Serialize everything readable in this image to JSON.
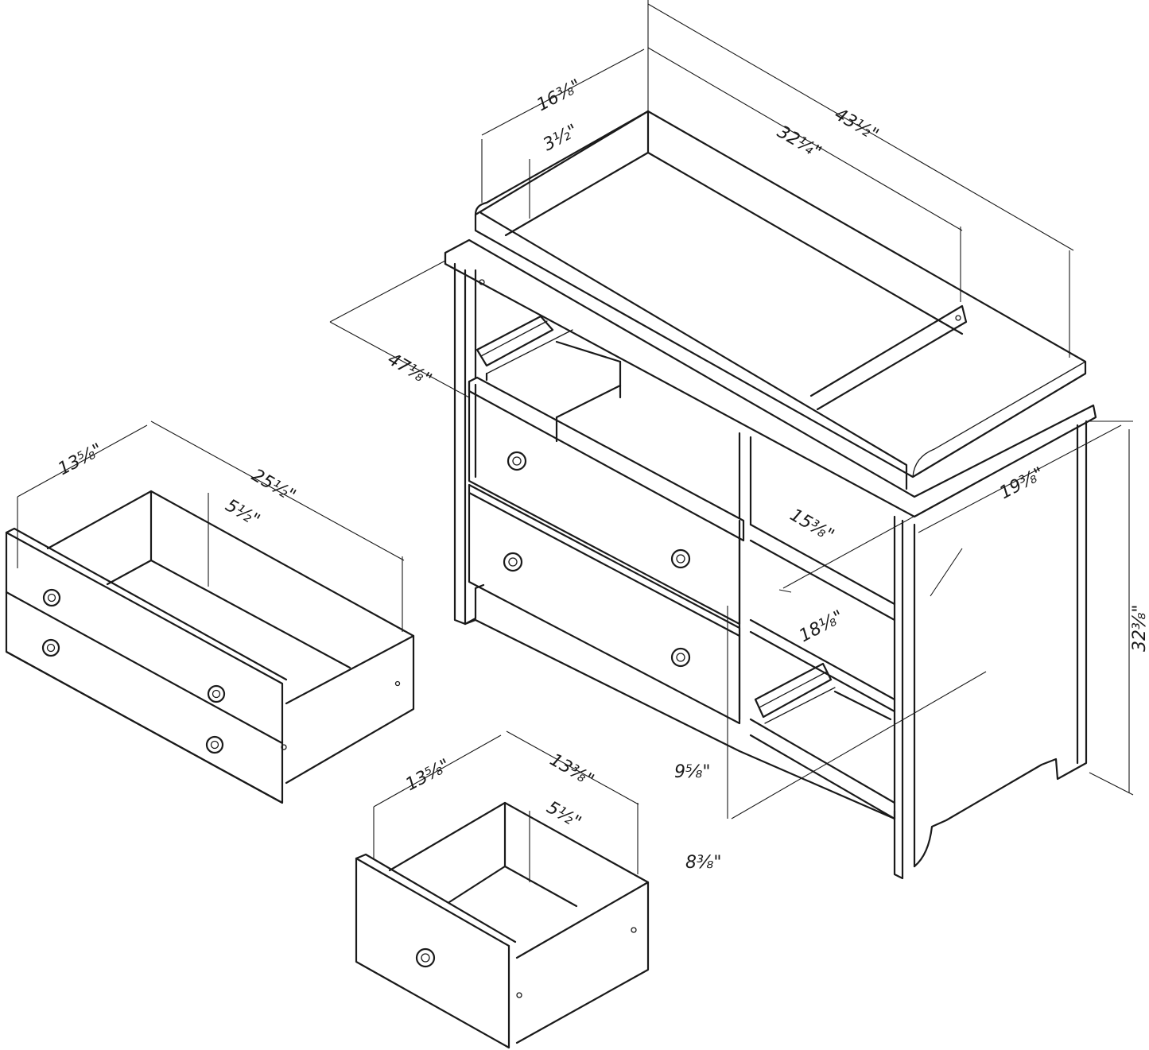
{
  "dimensions": {
    "top_depth": "16⅜\"",
    "tray_height": "3½\"",
    "tray_length": "32¼\"",
    "total_length": "43½\"",
    "total_height_with_tray": "47⅛\"",
    "side_depth": "19⅜\"",
    "inner_depth": "15⅜\"",
    "shelf_depth": "18⅛\"",
    "total_height": "32⅜\"",
    "bottom_gap_upper": "9⅝\"",
    "bottom_gap_lower": "8⅜\"",
    "large_drawer_depth": "13⅝\"",
    "large_drawer_length": "25½\"",
    "large_drawer_height": "5½\"",
    "small_drawer_depth": "13⅝\"",
    "small_drawer_length": "13⅜\"",
    "small_drawer_height": "5½\""
  },
  "colors": {
    "line": "#1a1a1a",
    "background": "#ffffff"
  }
}
